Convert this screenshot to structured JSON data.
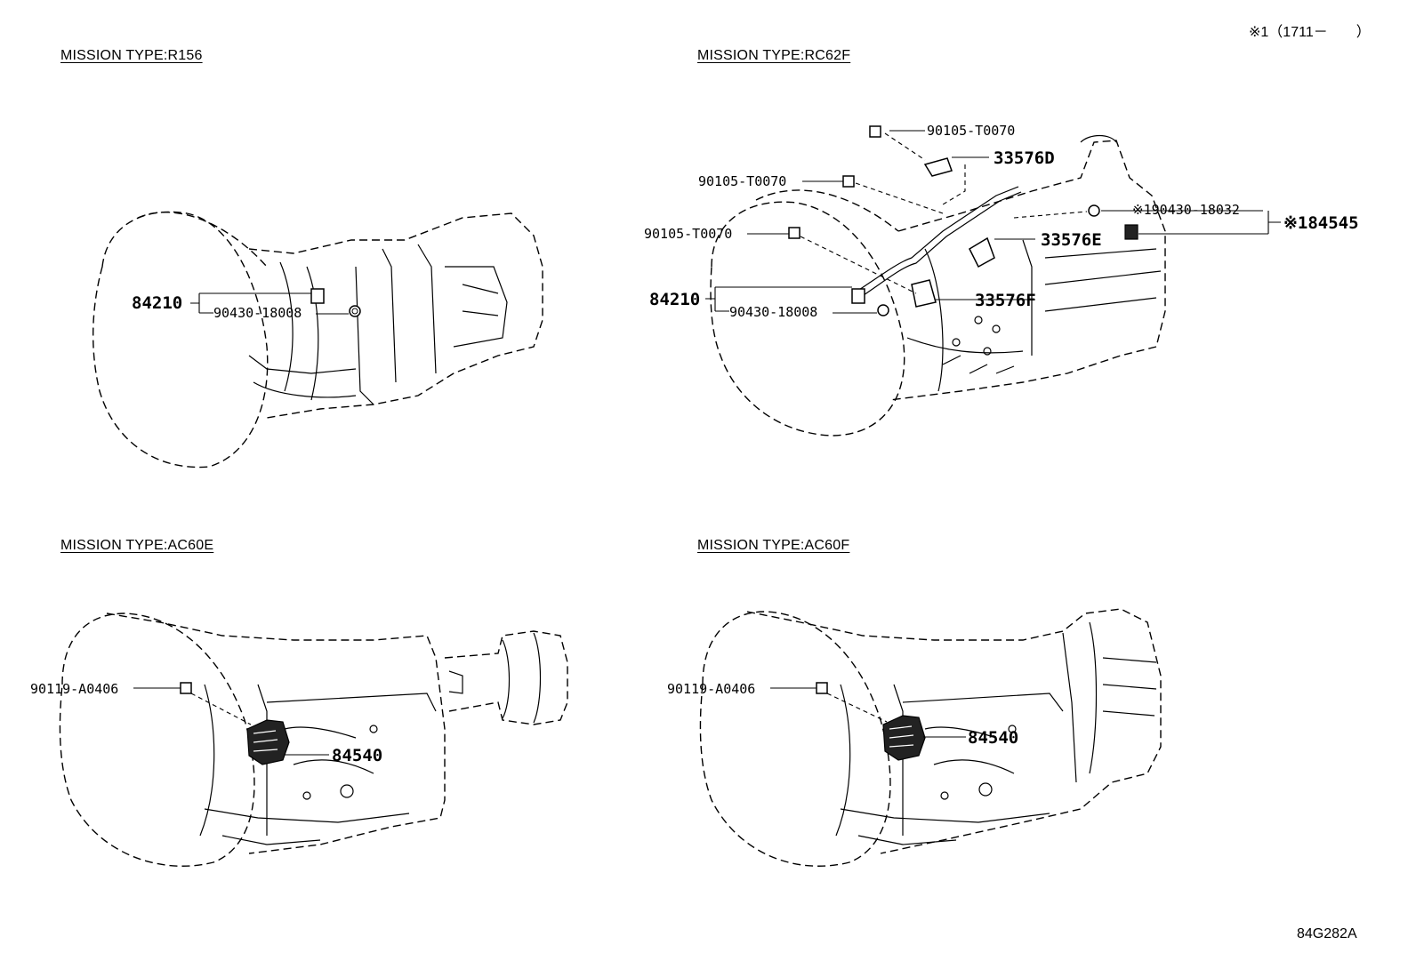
{
  "header_note": "※1（1711－　　）",
  "diagram_code": "84G282A",
  "sections": {
    "r156": {
      "title": "MISSION TYPE:R156",
      "parts": {
        "p1": "84210",
        "p2": "90430-18008"
      }
    },
    "rc62f": {
      "title": "MISSION TYPE:RC62F",
      "parts": {
        "p1": "90105-T0070",
        "p2": "33576D",
        "p3": "90105-T0070",
        "p4": "90105-T0070",
        "p5": "※190430-18032",
        "p6": "※184545",
        "p7": "33576E",
        "p8": "84210",
        "p9": "90430-18008",
        "p10": "33576F"
      }
    },
    "ac60e": {
      "title": "MISSION TYPE:AC60E",
      "parts": {
        "p1": "90119-A0406",
        "p2": "84540"
      }
    },
    "ac60f": {
      "title": "MISSION TYPE:AC60F",
      "parts": {
        "p1": "90119-A0406",
        "p2": "84540"
      }
    }
  }
}
